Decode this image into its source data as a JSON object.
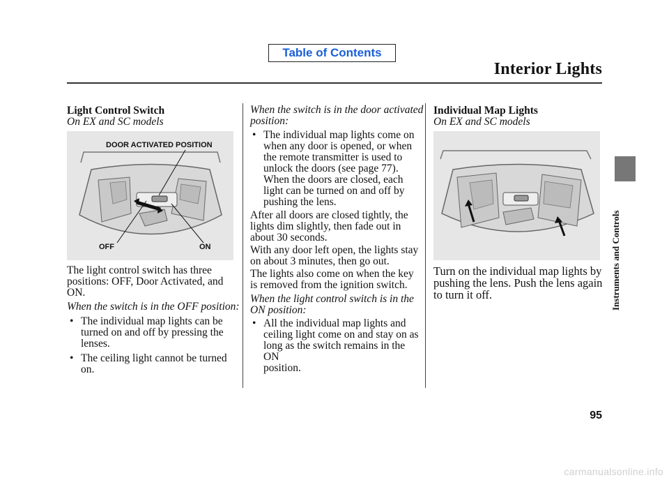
{
  "header": {
    "toc_link": "Table of Contents",
    "page_title": "Interior Lights"
  },
  "sidebar": {
    "section_label": "Instruments and Controls"
  },
  "col1": {
    "heading": "Light Control Switch",
    "subheading": "On EX and SC models",
    "figure": {
      "label_door": "DOOR ACTIVATED POSITION",
      "label_off": "OFF",
      "label_on": "ON"
    },
    "paragraph": [
      "The light control switch has three",
      "positions: OFF, Door Activated, and",
      "ON."
    ],
    "condition": "When the switch is in the OFF position:",
    "bullets": [
      [
        "The individual map lights can be",
        "turned on and off by pressing the",
        "lenses."
      ],
      [
        "The ceiling light cannot be turned",
        "on."
      ]
    ]
  },
  "col2": {
    "condition1": [
      "When the switch is in the door activated",
      "position:"
    ],
    "bullet1": [
      "The individual map lights come on",
      "when any door is opened, or when",
      "the remote transmitter is used to",
      "unlock the doors (see page 77).",
      "When the doors are closed, each",
      "light can be turned on and off by",
      "pushing the lens."
    ],
    "para1": [
      "After all doors are closed tightly, the",
      "lights dim slightly, then fade out in",
      "about 30 seconds."
    ],
    "para2": [
      "With any door left open, the lights stay",
      "on about 3 minutes, then go out."
    ],
    "para3": [
      "The lights also come on when the key",
      "is removed from the ignition switch."
    ],
    "condition2": [
      "When the light control switch is in the",
      "ON position:"
    ],
    "bullet2": [
      "All the individual map lights and",
      "ceiling light come on and stay on as",
      "long as the switch remains in the ON",
      "position."
    ]
  },
  "col3": {
    "heading": "Individual Map Lights",
    "subheading": "On EX and SC models",
    "paragraph": [
      "Turn on the individual map lights by",
      "pushing the lens. Push the lens again",
      "to turn it off."
    ]
  },
  "bullet_char": "•",
  "page_number": "95",
  "watermark": "carmanualsonline.info"
}
